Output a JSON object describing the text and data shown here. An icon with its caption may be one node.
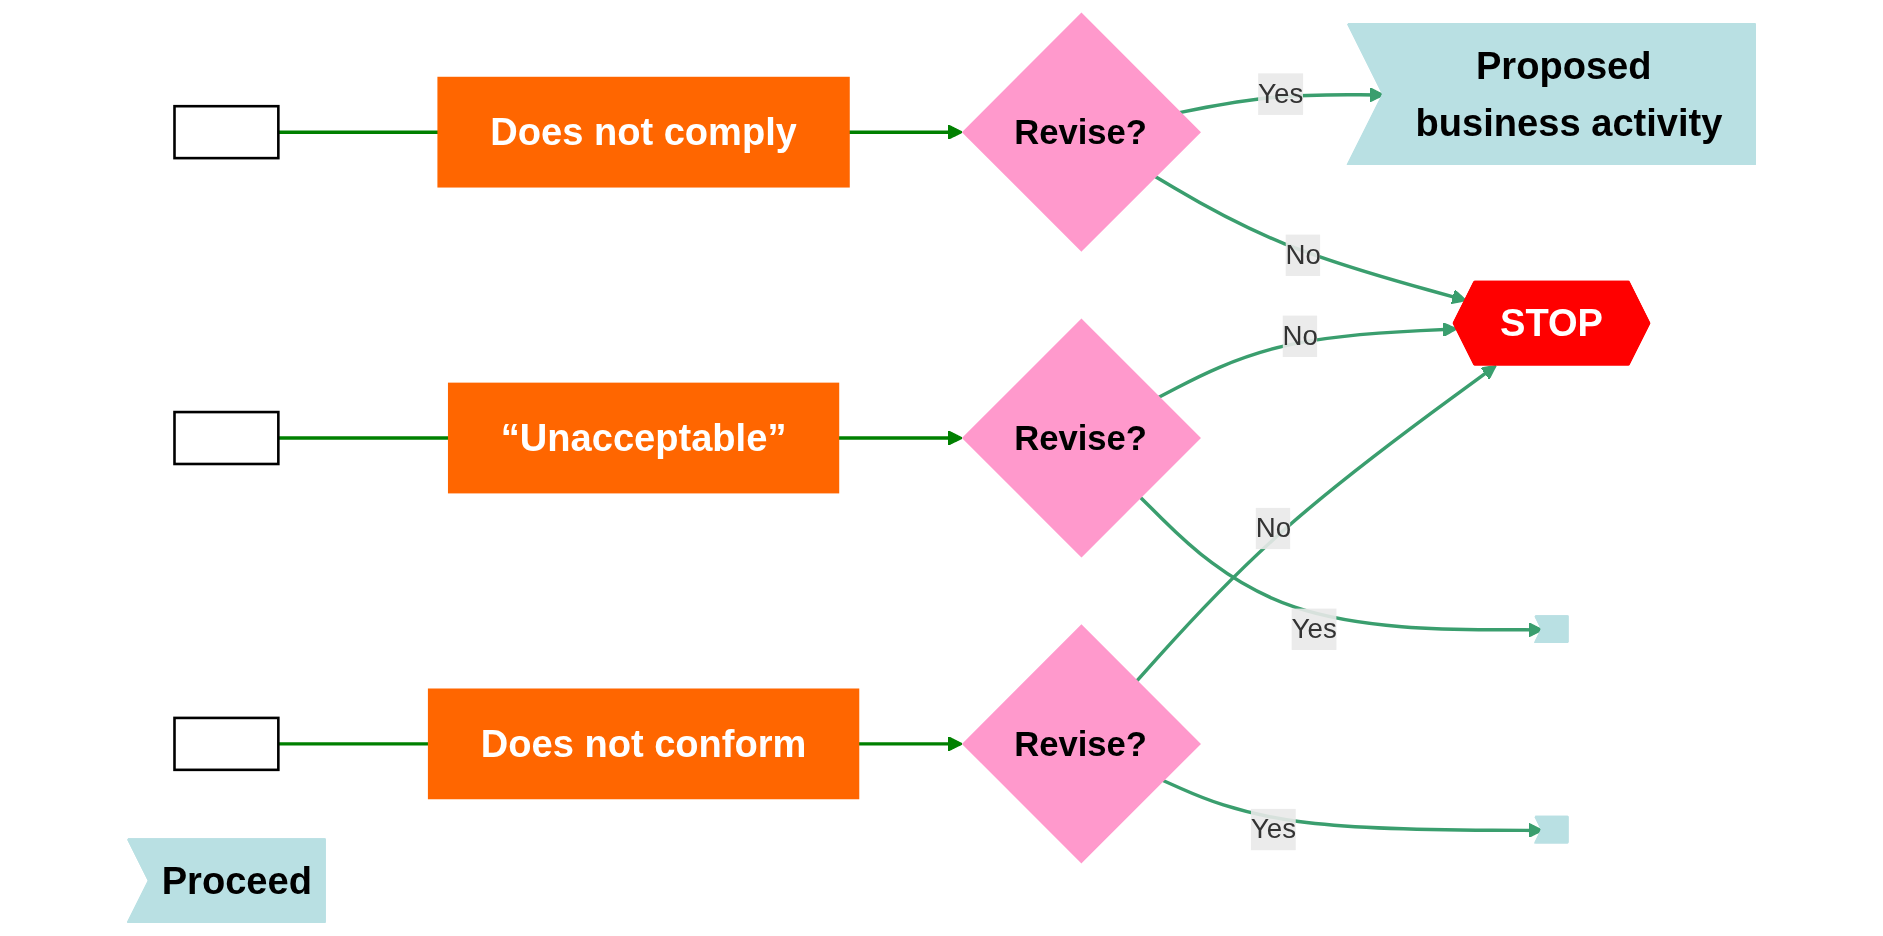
{
  "diagram": {
    "nodes": [
      {
        "text": [
          "Proposed business activity"
        ]
      },
      {
        "text": [],
        "shape": "grid"
      },
      {
        "text": [
          "Does not comply"
        ]
      },
      {
        "text": [
          "Revise?"
        ]
      },
      {
        "text": [],
        "shape": "chevron"
      },
      {
        "text": [],
        "shape": "grid"
      },
      {
        "text": [
          "“Unacceptable”"
        ]
      },
      {
        "text": [
          "Revise?"
        ]
      },
      {
        "text": [],
        "shape": "chevron"
      },
      {
        "text": [],
        "shape": "grid"
      },
      {
        "text": [
          "Does not conform"
        ]
      },
      {
        "text": [
          "Revise?"
        ]
      },
      {
        "text": [
          "Proceed"
        ]
      },
      {
        "text": [
          "STOP"
        ]
      }
    ],
    "edges": [
      {
        "from": 1,
        "to": 2,
        "arrow": "none",
        "color": "#008000"
      },
      {
        "from": 2,
        "to": 3,
        "arrow": "to",
        "color": "#008000"
      },
      {
        "from": 3,
        "to": 0,
        "arrow": "to",
        "label": "Yes",
        "color": "#3a9e6e"
      },
      {
        "from": 3,
        "to": 13,
        "arrow": "to",
        "label": "No",
        "color": "#3a9e6e"
      },
      {
        "from": 5,
        "to": 6,
        "arrow": "none",
        "color": "#008000"
      },
      {
        "from": 6,
        "to": 7,
        "arrow": "to",
        "color": "#008000"
      },
      {
        "from": 7,
        "to": 4,
        "arrow": "to",
        "label": "Yes",
        "color": "#3a9e6e"
      },
      {
        "from": 7,
        "to": 13,
        "arrow": "to",
        "label": "No",
        "color": "#3a9e6e"
      },
      {
        "from": 9,
        "to": 10,
        "arrow": "none",
        "color": "#008000"
      },
      {
        "from": 10,
        "to": 11,
        "arrow": "to",
        "color": "#008000"
      },
      {
        "from": 11,
        "to": 8,
        "arrow": "to",
        "label": "Yes",
        "color": "#3a9e6e"
      },
      {
        "from": 11,
        "to": 13,
        "arrow": "to",
        "label": "No",
        "color": "#3a9e6e"
      }
    ]
  }
}
